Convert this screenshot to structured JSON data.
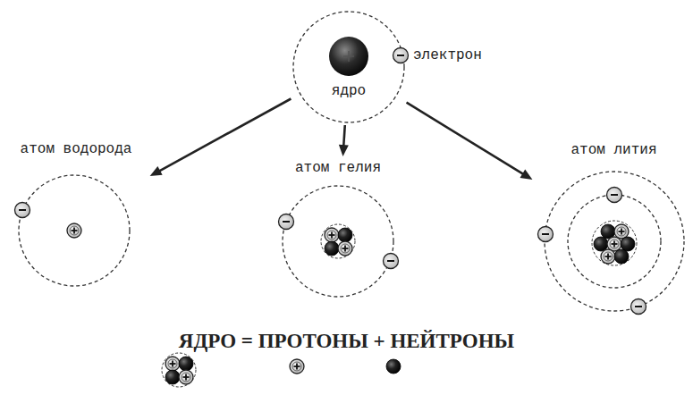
{
  "diagram": {
    "nodes": [
      {
        "text": [
          "ядро"
        ]
      },
      {
        "text": [
          "атом водорода"
        ]
      },
      {
        "text": [
          "атом гелия"
        ]
      },
      {
        "text": [
          "атом лития"
        ]
      }
    ],
    "edges": [
      {
        "from": 0,
        "to": 1,
        "arrow": "to"
      },
      {
        "from": 0,
        "to": 2,
        "arrow": "to"
      },
      {
        "from": 0,
        "to": 3,
        "arrow": "to"
      }
    ],
    "labels": [
      "электрон",
      "ЯДРО = ПРОТОНЫ + НЕЙТРОНЫ"
    ]
  }
}
